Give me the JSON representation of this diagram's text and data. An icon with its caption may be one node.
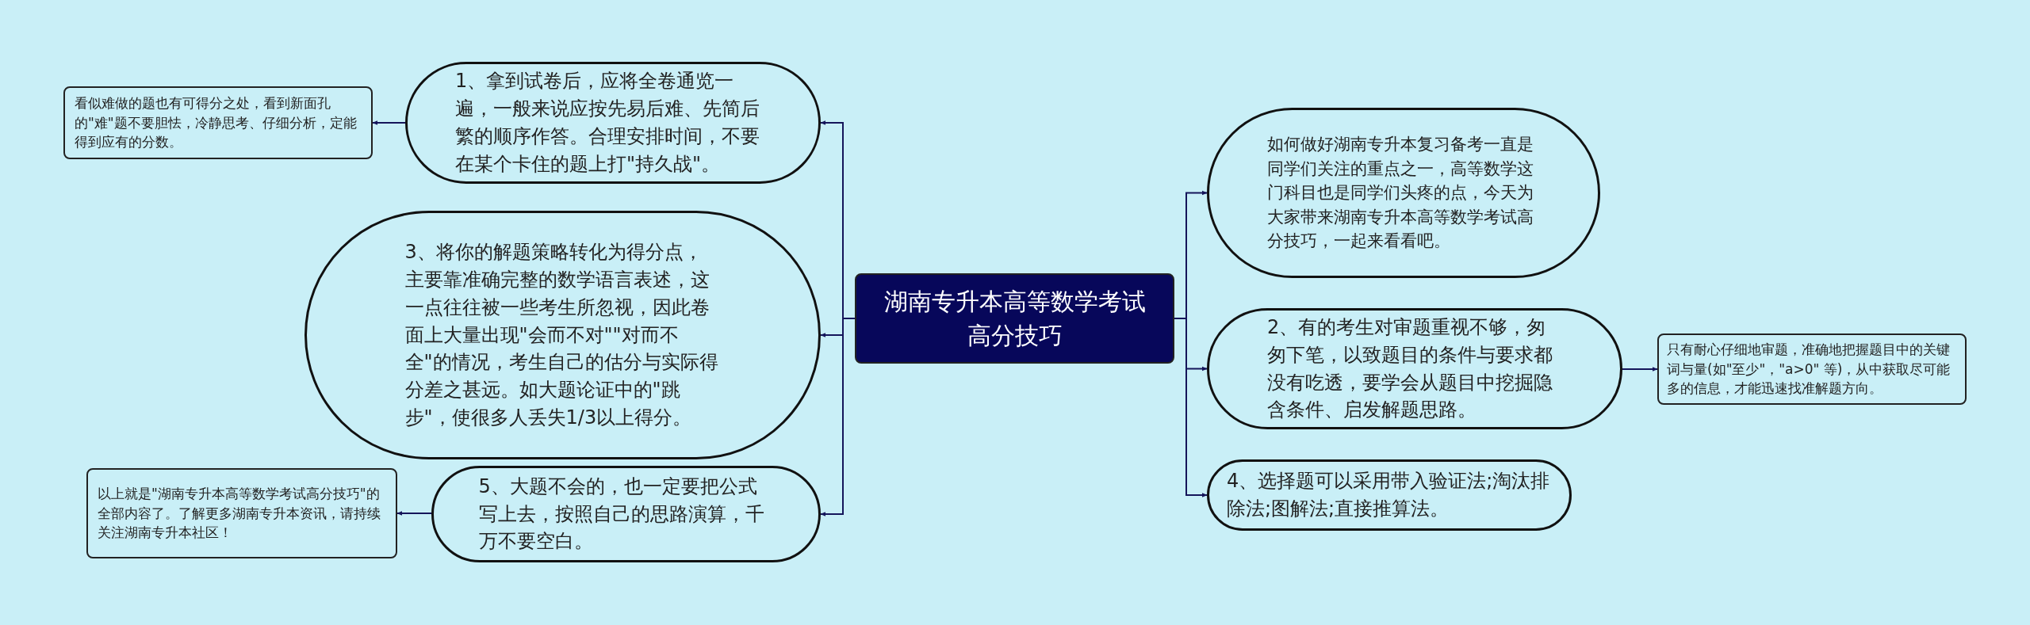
{
  "diagram": {
    "nodes": [
      {
        "text": [
          "湖南专升本高等数学考试高分技巧"
        ]
      },
      {
        "text": [
          "1、拿到试卷后，应将全卷通览一遍，一般来说应按先易后难、先简后繁的顺序作答。合理安排时间，不要在某个卡住的题上打\"持久战\"。"
        ]
      },
      {
        "text": [
          "看似难做的题也有可得分之处，看到新面孔的\"难\"题不要胆怯，冷静思考、仔细分析，定能得到应有的分数。"
        ]
      },
      {
        "text": [
          "3、将你的解题策略转化为得分点，主要靠准确完整的数学语言表述，这一点往往被一些考生所忽视，因此卷面上大量出现\"会而不对\"\"对而不全\"的情况，考生自己的估分与实际得分差之甚远。如大题论证中的\"跳步\"，使很多人丢失1/3以上得分。"
        ]
      },
      {
        "text": [
          "5、大题不会的，也一定要把公式写上去，按照自己的思路演算，千万不要空白。"
        ]
      },
      {
        "text": [
          "以上就是\"湖南专升本高等数学考试高分技巧\"的全部内容了。了解更多湖南专升本资讯，请持续关注湖南专升本社区！"
        ]
      },
      {
        "text": [
          "如何做好湖南专升本复习备考一直是同学们关注的重点之一，高等数学这门科目也是同学们头疼的点，今天为大家带来湖南专升本高等数学考试高分技巧，一起来看看吧。"
        ]
      },
      {
        "text": [
          "2、有的考生对审题重视不够，匆匆下笔，以致题目的条件与要求都没有吃透，要学会从题目中挖掘隐含条件、启发解题思路。"
        ]
      },
      {
        "text": [
          "只有耐心仔细地审题，准确地把握题目中的关键词与量(如\"至少\"，\"a>0\" 等)，从中获取尽可能多的信息，才能迅速找准解题方向。"
        ]
      },
      {
        "text": [
          "4、选择题可以采用带入验证法;淘汰排除法;图解法;直接推算法。"
        ]
      }
    ],
    "edges": [
      {
        "from": 0,
        "to": 1,
        "arrow": "to"
      },
      {
        "from": 1,
        "to": 2,
        "arrow": "to"
      },
      {
        "from": 0,
        "to": 3,
        "arrow": "to"
      },
      {
        "from": 0,
        "to": 4,
        "arrow": "to"
      },
      {
        "from": 4,
        "to": 5,
        "arrow": "to"
      },
      {
        "from": 0,
        "to": 6,
        "arrow": "to"
      },
      {
        "from": 0,
        "to": 7,
        "arrow": "to"
      },
      {
        "from": 7,
        "to": 8,
        "arrow": "to"
      },
      {
        "from": 0,
        "to": 9,
        "arrow": "to"
      }
    ]
  }
}
